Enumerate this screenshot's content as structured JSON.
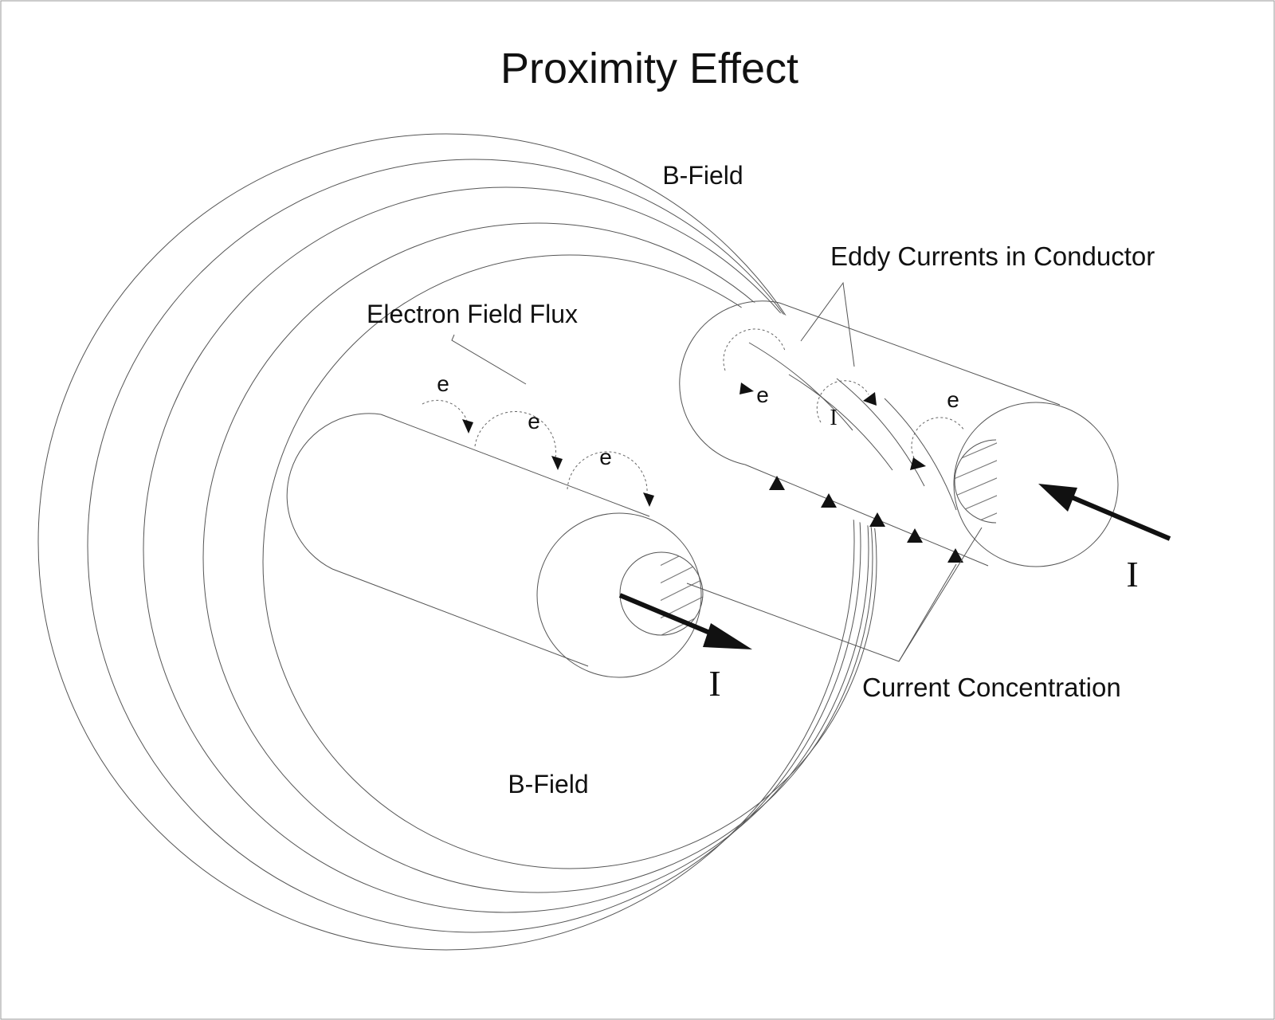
{
  "title": "Proximity Effect",
  "labels": {
    "b_field_top": "B-Field",
    "b_field_bottom": "B-Field",
    "eddy_currents": "Eddy Currents in Conductor",
    "electron_flux": "Electron Field Flux",
    "current_concentration": "Current Concentration",
    "electron_symbol": "e",
    "current_symbol": "I"
  },
  "colors": {
    "background": "#ffffff",
    "line": "#555555",
    "text": "#111111",
    "arrow": "#111111"
  }
}
